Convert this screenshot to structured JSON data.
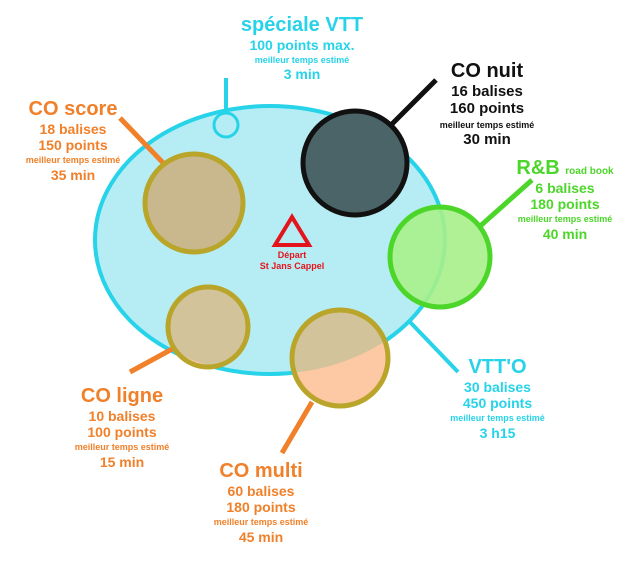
{
  "colors": {
    "cyan": "#27d3e8",
    "black": "#111111",
    "orange": "#f0802a",
    "green": "#4cd62a",
    "red": "#e3141c",
    "ellipse_fill": "#b6edf5",
    "score_fill": "#c9b88e",
    "ligne_fill": "#d2c39a",
    "peach": "#fdc8a4",
    "olive_stroke": "#b9a52a",
    "nuit_fill": "#4b6468",
    "rb_fill": "#a9f08a"
  },
  "vtt": {
    "title": "spéciale VTT",
    "points": "100 points max.",
    "est_label": "meilleur temps estimé",
    "time": "3 min"
  },
  "nuit": {
    "title": "CO nuit",
    "balises": "16 balises",
    "points": "160 points",
    "est_label": "meilleur temps estimé",
    "time": "30 min"
  },
  "score": {
    "title": "CO score",
    "balises": "18 balises",
    "points": "150 points",
    "est_label": "meilleur temps estimé",
    "time": "35 min"
  },
  "rb": {
    "title": "R&B",
    "subtitle": "road book",
    "balises": "6 balises",
    "points": "180 points",
    "est_label": "meilleur temps estimé",
    "time": "40 min"
  },
  "start": {
    "label": "Départ",
    "place": "St Jans Cappel",
    "icon": "triangle-icon"
  },
  "vtto": {
    "title": "VTT'O",
    "balises": "30 balises",
    "points": "450 points",
    "est_label": "meilleur temps estimé",
    "time": "3 h15"
  },
  "ligne": {
    "title": "CO ligne",
    "balises": "10 balises",
    "points": "100 points",
    "est_label": "meilleur temps estimé",
    "time": "15 min"
  },
  "multi": {
    "title": "CO multi",
    "balises": "60 balises",
    "points": "180 points",
    "est_label": "meilleur temps estimé",
    "time": "45 min"
  }
}
